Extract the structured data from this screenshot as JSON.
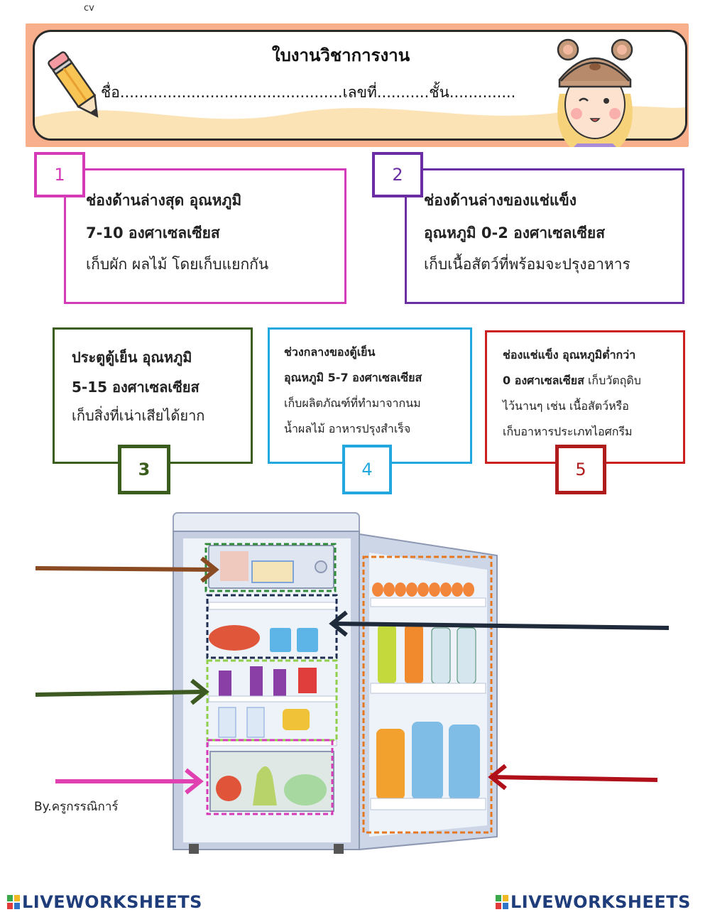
{
  "corner_label": "cv",
  "header": {
    "title": "ใบงานวิชาการงาน",
    "fields": "ชื่อ...............................................เลขที่...........ชั้น.............."
  },
  "boxes": [
    {
      "number": "1",
      "line1": "ช่องด้านล่างสุด อุณหภูมิ",
      "line2": "7-10 องศาเซลเซียส",
      "line3": "เก็บผัก ผลไม้ โดยเก็บแยกกัน",
      "color": "#d63bb7"
    },
    {
      "number": "2",
      "line1": "ช่องด้านล่างของแช่แข็ง",
      "line2": "อุณหภูมิ 0-2 องศาเซลเซียส",
      "line3": "เก็บเนื้อสัตว์ที่พร้อมจะปรุงอาหาร",
      "color": "#6a2da3"
    },
    {
      "number": "3",
      "line1": "ประตูตู้เย็น อุณหภูมิ",
      "line2": "5-15 องศาเซลเซียส",
      "line3": "เก็บสิ่งที่เน่าเสียได้ยาก",
      "color": "#3b5e1e"
    },
    {
      "number": "4",
      "line1": "ช่วงกลางของตู้เย็น",
      "line2": "อุณหภูมิ 5-7 องศาเซลเซียส",
      "line3": "เก็บผลิตภัณฑ์ที่ทำมาจากนม",
      "line4": "น้ำผลไม้ อาหารปรุงสำเร็จ",
      "color": "#22a7de"
    },
    {
      "number": "5",
      "line1_bold": "ช่องแช่แข็ง อุณหภูมิต่ำกว่า",
      "line2_bold": "0 องศาเซลเซียส",
      "line2_rest": " เก็บวัตถุดิบ",
      "line3": "ไว้นานๆ เช่น เนื้อสัตว์หรือ",
      "line4": "เก็บอาหารประเภทไอศกรีม",
      "color": "#cc1f1f"
    }
  ],
  "credit": "By.ครูกรรณิการ์",
  "footer": {
    "brand": "LIVEWORKSHEETS"
  },
  "colors": {
    "arrow_brown": "#8a4a22",
    "arrow_navy": "#1f2a3a",
    "arrow_green": "#3d5a22",
    "arrow_pink": "#e040b0",
    "arrow_red": "#b0101a"
  }
}
